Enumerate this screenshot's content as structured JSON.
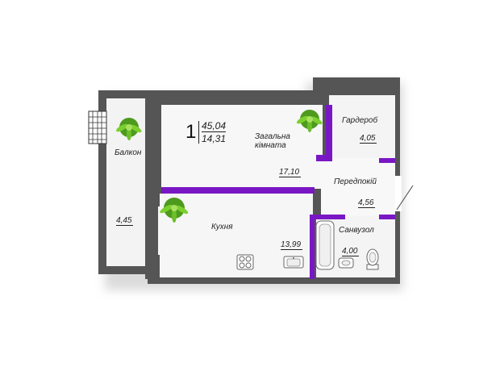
{
  "apartment": {
    "rooms_count": "1",
    "total_area": "45,04",
    "living_area": "14,31"
  },
  "rooms": {
    "living_room": {
      "label": "Загальна кімната",
      "area": "17,10"
    },
    "wardrobe": {
      "label": "Гардероб",
      "area": "4,05"
    },
    "hallway": {
      "label": "Передпокій",
      "area": "4,56"
    },
    "balcony": {
      "label": "Балкон",
      "area": "4,45"
    },
    "kitchen": {
      "label": "Кухня",
      "area": "13,99"
    },
    "bathroom": {
      "label": "Санвузол",
      "area": "4,00"
    }
  },
  "colors": {
    "wall": "#555555",
    "accent_wall": "#7a17c4",
    "floor": "#f6f6f6",
    "plant": "#6dbf2a"
  },
  "icons": [
    "plant-icon",
    "stove-icon",
    "sink-icon",
    "bathtub-icon",
    "toilet-icon",
    "window-grid-icon"
  ]
}
